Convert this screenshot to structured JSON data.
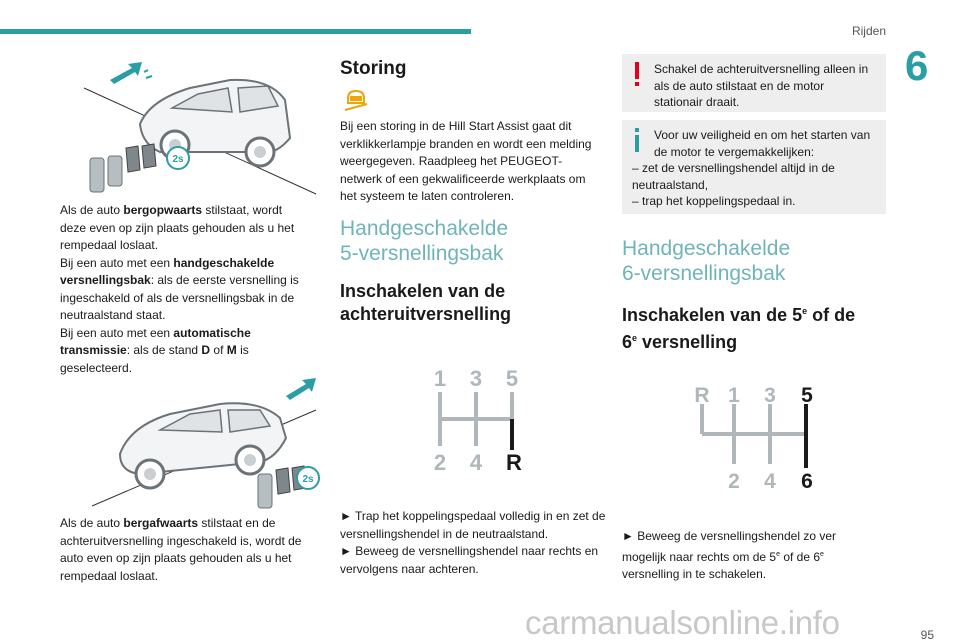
{
  "header": {
    "section": "Rijden",
    "chapter": "6"
  },
  "col1": {
    "para1_a": "Als de auto ",
    "para1_b": "bergopwaarts",
    "para1_c": " stilstaat, wordt deze even op zijn plaats gehouden als u het rempedaal loslaat.",
    "para1_d": "Bij een auto met een ",
    "para1_e": "handgeschakelde versnellingsbak",
    "para1_f": ": als de eerste versnelling is ingeschakeld of als de versnellingsbak in de neutraalstand staat.",
    "para1_g": "Bij een auto met een ",
    "para1_h": "automatische transmissie",
    "para1_i": ": als de stand ",
    "para1_j": "D",
    "para1_k": " of ",
    "para1_l": "M",
    "para1_m": " is geselecteerd.",
    "para2_a": "Als de auto ",
    "para2_b": "bergafwaarts",
    "para2_c": " stilstaat en de achteruitversnelling ingeschakeld is, wordt de auto even op zijn plaats gehouden als u het rempedaal loslaat.",
    "badge_up": "2s",
    "badge_down": "2s"
  },
  "col2": {
    "storing_title": "Storing",
    "storing_text": "Bij een storing in de Hill Start Assist gaat dit verklikkerlampje branden en wordt een melding weergegeven. Raadpleeg het PEUGEOT-netwerk of een gekwalificeerde werkplaats om het systeem te laten controleren.",
    "section_line1": "Handgeschakelde",
    "section_line2": "5-versnellingsbak",
    "sub_line1": "Inschakelen van de",
    "sub_line2": "achteruitversnelling",
    "gear_top": [
      "1",
      "3",
      "5"
    ],
    "gear_bottom": [
      "2",
      "4",
      "R"
    ],
    "step1": "► Trap het koppelingspedaal volledig in en zet de versnellingshendel in de neutraalstand.",
    "step2": "► Beweeg de versnellingshendel naar rechts en vervolgens naar achteren."
  },
  "col3": {
    "warning_text": "Schakel de achteruitversnelling alleen in als de auto stilstaat en de motor stationair draait.",
    "info_line1": "Voor uw veiligheid en om het starten van de motor te vergemakkelijken:",
    "info_line2": "–  zet de versnellingshendel altijd in de neutraalstand,",
    "info_line3": "–  trap het koppelingspedaal in.",
    "section_line1": "Handgeschakelde",
    "section_line2": "6-versnellingsbak",
    "sub_a": "Inschakelen van de 5",
    "sub_sup1": "e",
    "sub_b": " of de",
    "sub_c": "6",
    "sub_sup2": "e",
    "sub_d": " versnelling",
    "gear_top": [
      "R",
      "1",
      "3",
      "5"
    ],
    "gear_bottom": [
      "2",
      "4",
      "6"
    ],
    "step_a": "► Beweeg de versnellingshendel zo ver mogelijk naar rechts om de 5",
    "step_sup1": "e",
    "step_b": " of de 6",
    "step_sup2": "e",
    "step_c": " versnelling in te schakelen."
  },
  "footer": {
    "page": "95",
    "watermark": "carmanualsonline.info"
  },
  "colors": {
    "accent": "#2a9da5",
    "title": "#6fb4bb",
    "warning": "#e2001a",
    "info": "#2a9da5",
    "lamp": "#f0a500"
  }
}
